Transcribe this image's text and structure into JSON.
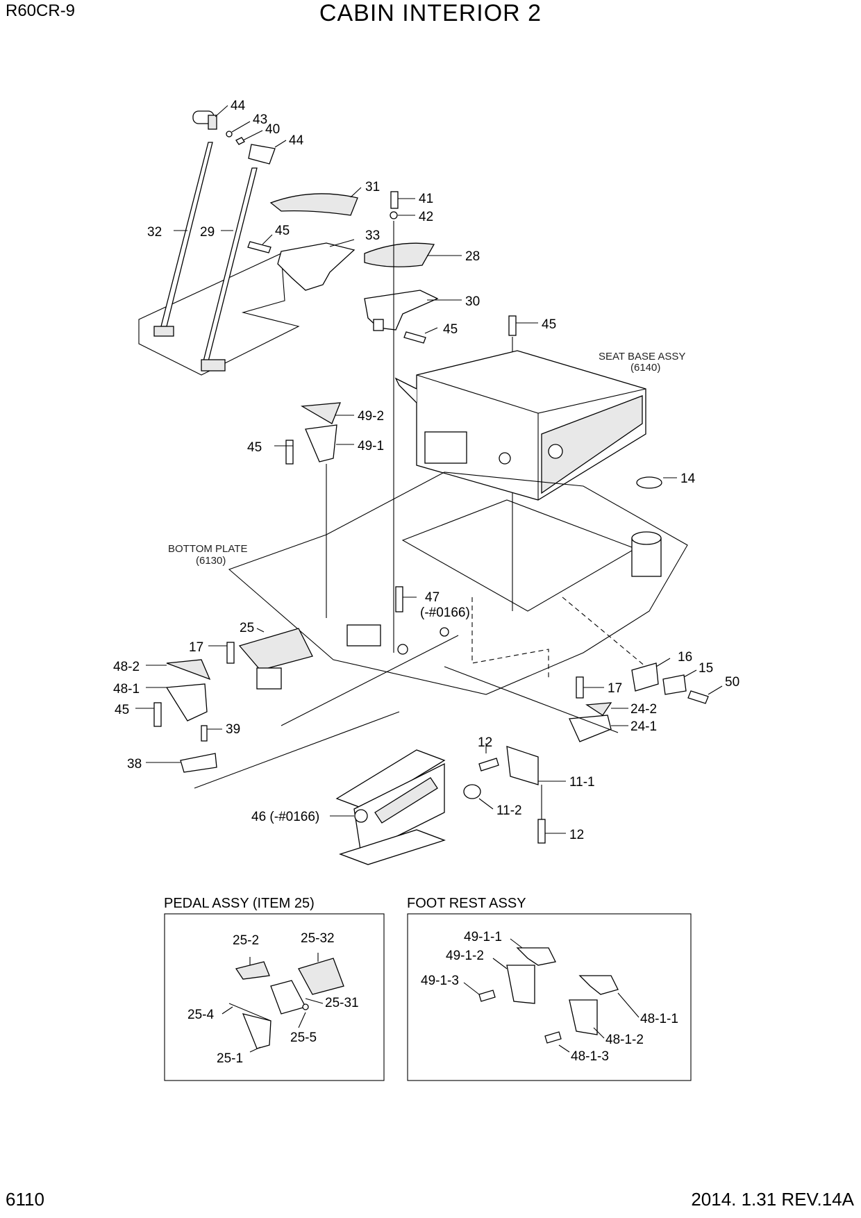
{
  "header": {
    "model": "R60CR-9",
    "title": "CABIN INTERIOR 2"
  },
  "footer": {
    "page": "6110",
    "revision": "2014. 1.31  REV.14A"
  },
  "assemblies": {
    "seat_base": {
      "name": "SEAT BASE ASSY",
      "ref": "(6140)"
    },
    "bottom_plate": {
      "name": "BOTTOM PLATE",
      "ref": "(6130)"
    }
  },
  "callouts": {
    "c44a": "44",
    "c43": "43",
    "c40": "40",
    "c44b": "44",
    "c31": "31",
    "c41": "41",
    "c42": "42",
    "c32": "32",
    "c29": "29",
    "c45a": "45",
    "c33": "33",
    "c28": "28",
    "c30": "30",
    "c45b": "45",
    "c45c": "45",
    "c49_2": "49-2",
    "c45d": "45",
    "c49_1": "49-1",
    "c14": "14",
    "c47": "47",
    "c47s": "(-#0166)",
    "c25": "25",
    "c17a": "17",
    "c48_2": "48-2",
    "c48_1": "48-1",
    "c45e": "45",
    "c39": "39",
    "c38": "38",
    "c16": "16",
    "c15": "15",
    "c50": "50",
    "c17b": "17",
    "c24_2": "24-2",
    "c24_1": "24-1",
    "c12a": "12",
    "c11_1": "11-1",
    "c11_2": "11-2",
    "c12b": "12",
    "c46": "46 (-#0166)"
  },
  "insets": {
    "pedal": {
      "title": "PEDAL ASSY (ITEM 25)",
      "labels": {
        "a": "25-2",
        "b": "25-32",
        "c": "25-31",
        "d": "25-4",
        "e": "25-5",
        "f": "25-1"
      }
    },
    "footrest": {
      "title": "FOOT REST ASSY",
      "labels": {
        "a": "49-1-1",
        "b": "49-1-2",
        "c": "49-1-3",
        "d": "48-1-1",
        "e": "48-1-2",
        "f": "48-1-3"
      }
    }
  }
}
